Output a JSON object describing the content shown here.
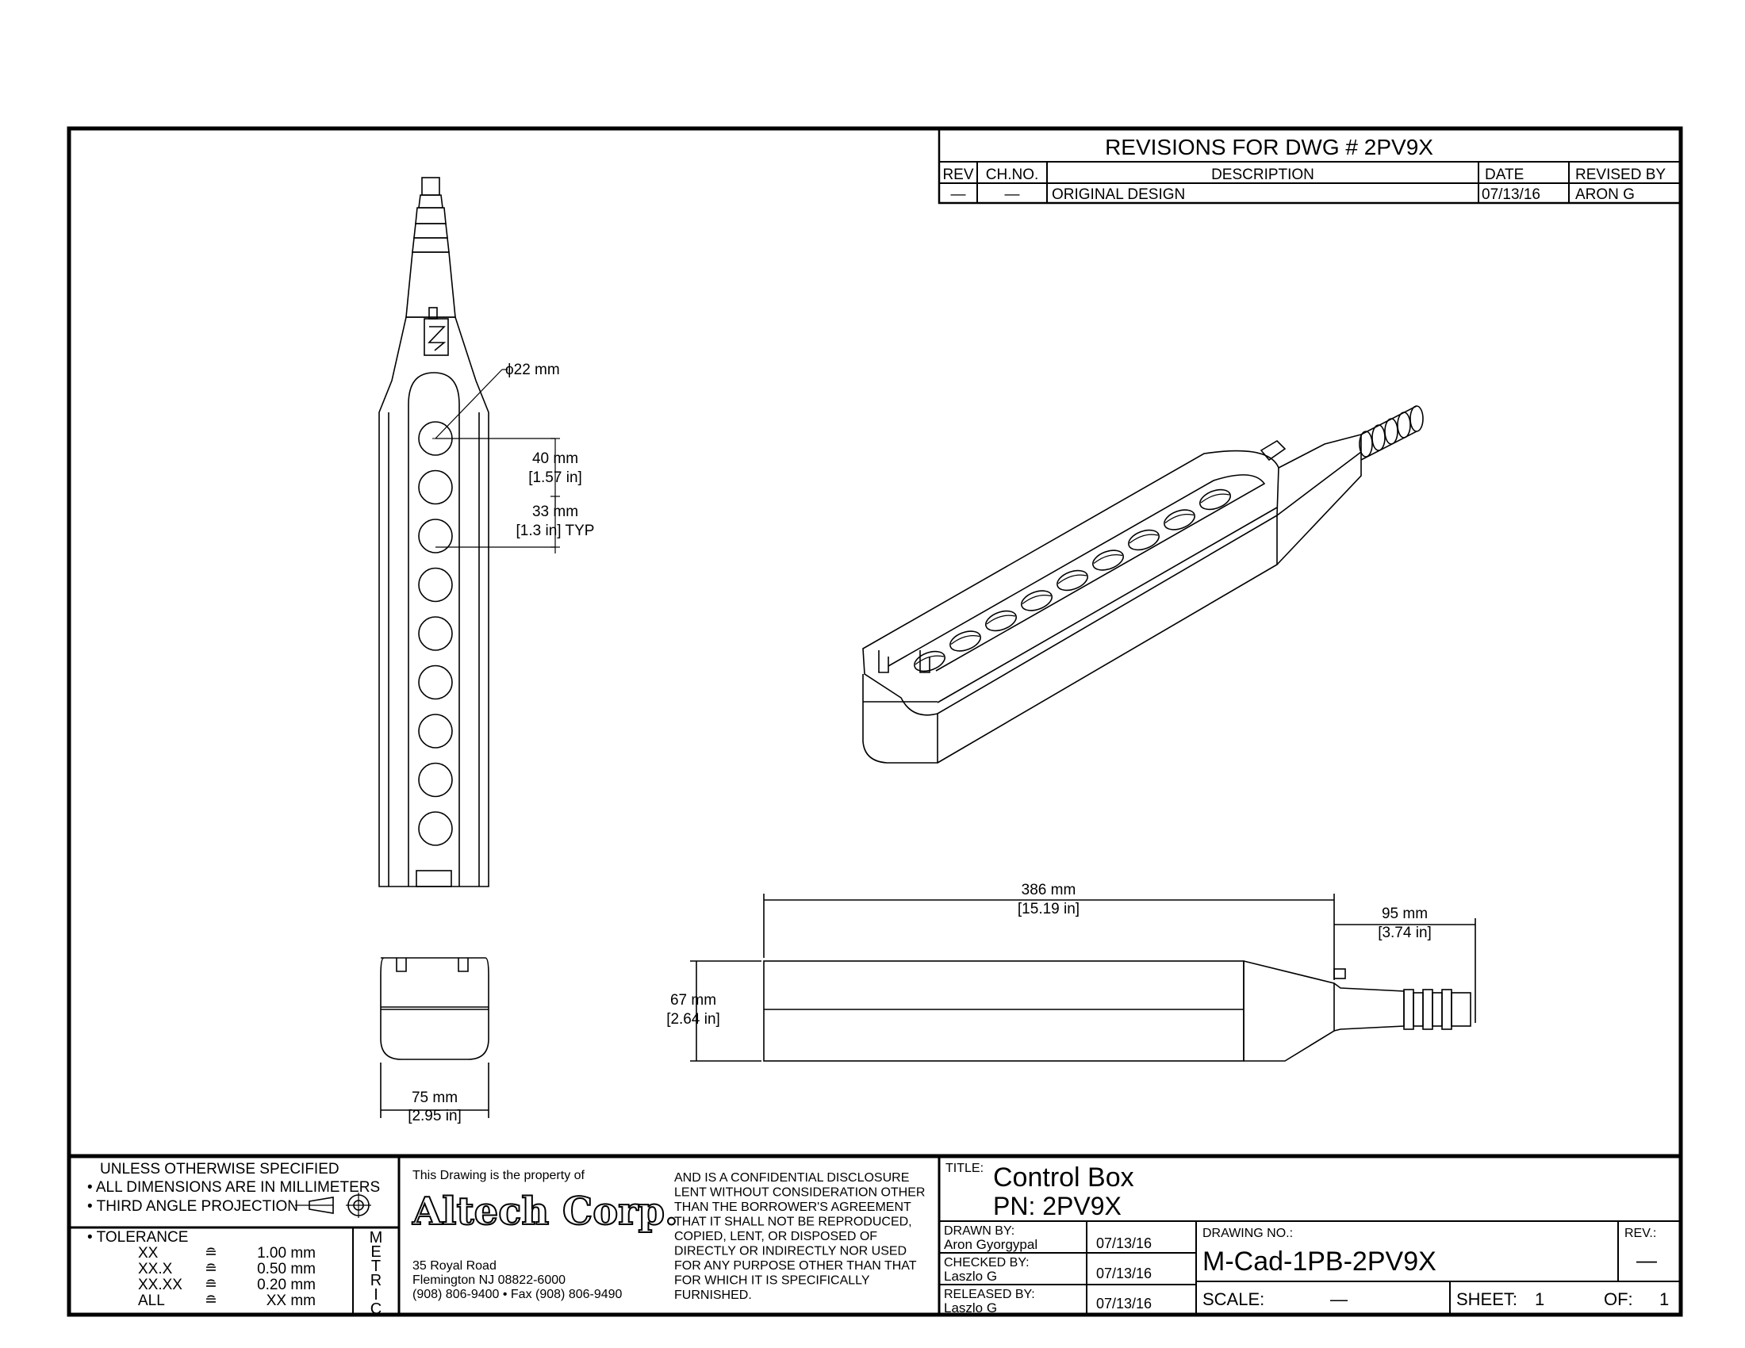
{
  "revisions": {
    "header": "REVISIONS FOR DWG # 2PV9X",
    "columns": [
      "REV",
      "CH.NO.",
      "DESCRIPTION",
      "DATE",
      "REVISED BY"
    ],
    "rows": [
      {
        "rev": "—",
        "ch_no": "—",
        "description": "ORIGINAL DESIGN",
        "date": "07/13/16",
        "revised_by": "ARON G"
      }
    ]
  },
  "dimensions": {
    "button_dia": "ϕ22 mm",
    "top_offset_mm": "40 mm",
    "top_offset_in": "[1.57 in]",
    "pitch_mm": "33 mm",
    "pitch_in": "[1.3 in] TYP",
    "length_mm": "386 mm",
    "length_in": "[15.19 in]",
    "tail_mm": "95 mm",
    "tail_in": "[3.74 in]",
    "height_mm": "67 mm",
    "height_in": "[2.64 in]",
    "width_mm": "75 mm",
    "width_in": "[2.95 in]"
  },
  "notes": {
    "unless": "UNLESS OTHERWISE SPECIFIED",
    "dims": "• ALL DIMENSIONS ARE IN MILLIMETERS",
    "projection": "• THIRD ANGLE PROJECTION",
    "tolerance": "• TOLERANCE",
    "tolerances": [
      {
        "k": "XX",
        "sym": "≘",
        "v": "1.00 mm"
      },
      {
        "k": "XX.X",
        "sym": "≘",
        "v": "0.50 mm"
      },
      {
        "k": "XX.XX",
        "sym": "≘",
        "v": "0.20 mm"
      },
      {
        "k": "ALL",
        "sym": "≘",
        "v": "XX mm"
      }
    ],
    "metric": [
      "M",
      "E",
      "T",
      "R",
      "I",
      "C"
    ]
  },
  "company": {
    "property": "This Drawing is the property of",
    "name": "Altech Corp.",
    "addr1": "35 Royal Road",
    "addr2": "Flemington NJ 08822-6000",
    "addr3": "(908) 806-9400 • Fax (908) 806-9490",
    "confidential": [
      "AND IS A CONFIDENTIAL DISCLOSURE",
      "LENT WITHOUT CONSIDERATION OTHER",
      "THAN THE BORROWER'S AGREEMENT",
      "THAT IT SHALL NOT BE REPRODUCED,",
      "COPIED, LENT, OR DISPOSED OF",
      "DIRECTLY OR INDIRECTLY NOR USED",
      "FOR ANY PURPOSE OTHER THAN THAT",
      "FOR WHICH IT IS SPECIFICALLY",
      "FURNISHED."
    ]
  },
  "title_block": {
    "title_label": "TITLE:",
    "title": "Control Box",
    "pn": "PN: 2PV9X",
    "drawn_label": "DRAWN BY:",
    "drawn_by": "Aron Gyorgypal",
    "drawn_date": "07/13/16",
    "checked_label": "CHECKED BY:",
    "checked_by": "Laszlo G",
    "checked_date": "07/13/16",
    "released_label": "RELEASED BY:",
    "released_by": "Laszlo G",
    "released_date": "07/13/16",
    "drawing_no_label": "DRAWING NO.:",
    "drawing_no": "M-Cad-1PB-2PV9X",
    "rev_label": "REV.:",
    "rev": "—",
    "scale_label": "SCALE:",
    "scale": "—",
    "sheet_label": "SHEET:",
    "sheet": "1",
    "of_label": "OF:",
    "of": "1"
  }
}
